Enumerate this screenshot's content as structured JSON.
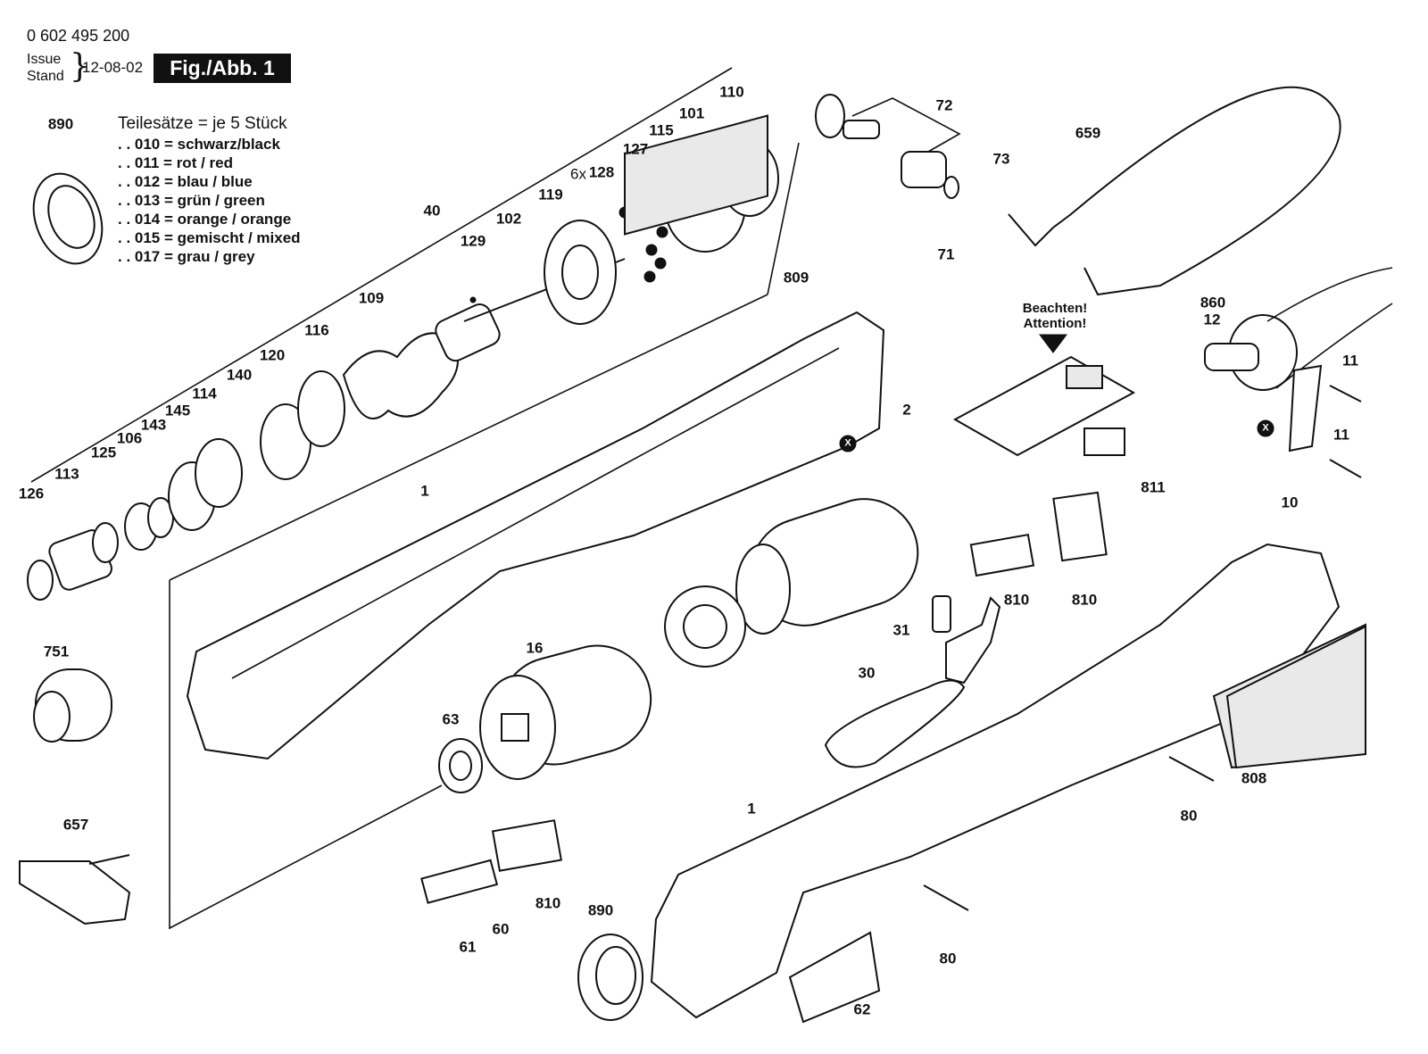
{
  "header": {
    "doc_number": "0 602 495 200",
    "issue_label": "Issue",
    "stand_label": "Stand",
    "issue_date": "12-08-02",
    "figure_badge": "Fig./Abb. 1"
  },
  "part_kits": {
    "heading": "Teilesätze = je 5 Stück",
    "rows": [
      ". . 010 = schwarz/black",
      ". . 011 = rot / red",
      ". . 012 = blau / blue",
      ". . 013 = grün / green",
      ". . 014 = orange / orange",
      ". . 015 = gemischt / mixed",
      ". . 017 = grau / grey"
    ]
  },
  "attention": {
    "line1": "Beachten!",
    "line2": "Attention!"
  },
  "callouts": [
    "890",
    "40",
    "129",
    "102",
    "119",
    "6x",
    "128",
    "127",
    "115",
    "101",
    "110",
    "72",
    "73",
    "659",
    "109",
    "116",
    "120",
    "140",
    "114",
    "145",
    "143",
    "106",
    "125",
    "113",
    "126",
    "809",
    "71",
    "860",
    "12",
    "11",
    "11",
    "10",
    "2",
    "811",
    "1",
    "751",
    "16",
    "63",
    "810",
    "810",
    "31",
    "30",
    "808",
    "80",
    "80",
    "1",
    "657",
    "60",
    "61",
    "810",
    "890",
    "62"
  ],
  "marker_symbol": "X"
}
